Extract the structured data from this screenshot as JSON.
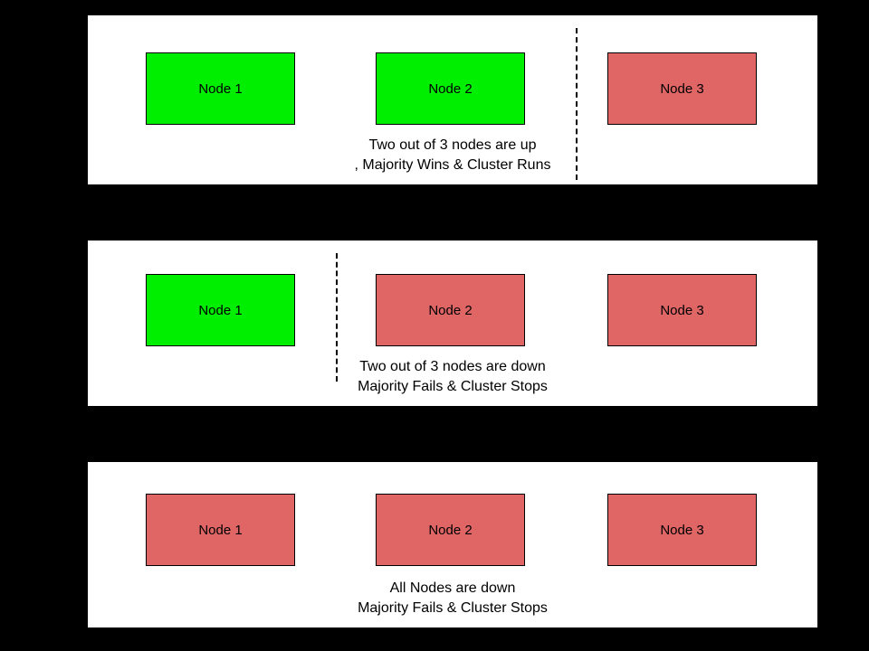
{
  "page": {
    "background": "#000000"
  },
  "colors": {
    "node_up": "#00ee00",
    "node_down": "#e06666",
    "panel_background": "#ffffff",
    "border": "#000000"
  },
  "panels": [
    {
      "name": "majority-up",
      "nodes": [
        {
          "label": "Node 1",
          "status": "up"
        },
        {
          "label": "Node 2",
          "status": "up"
        },
        {
          "label": "Node 3",
          "status": "down"
        }
      ],
      "caption_line1": "Two out of 3 nodes are up",
      "caption_line2": ", Majority Wins & Cluster Runs"
    },
    {
      "name": "majority-down",
      "nodes": [
        {
          "label": "Node 1",
          "status": "up"
        },
        {
          "label": "Node 2",
          "status": "down"
        },
        {
          "label": "Node 3",
          "status": "down"
        }
      ],
      "caption_line1": "Two out of 3 nodes are down",
      "caption_line2": "Majority Fails & Cluster Stops"
    },
    {
      "name": "all-down",
      "nodes": [
        {
          "label": "Node 1",
          "status": "down"
        },
        {
          "label": "Node 2",
          "status": "down"
        },
        {
          "label": "Node 3",
          "status": "down"
        }
      ],
      "caption_line1": "All Nodes are down",
      "caption_line2": "Majority Fails & Cluster Stops"
    }
  ]
}
